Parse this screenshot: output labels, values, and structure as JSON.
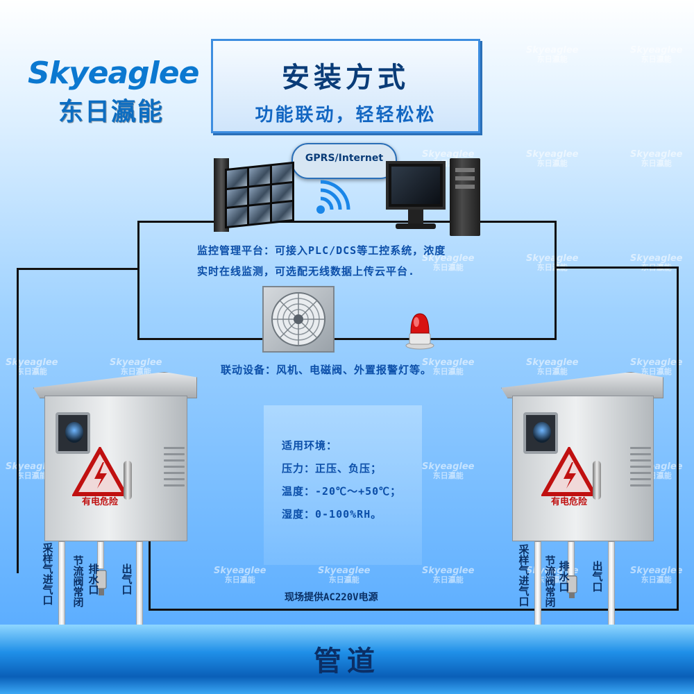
{
  "brand": {
    "name_en": "Skyeaglee",
    "name_cn": "东日瀛能"
  },
  "title": {
    "main": "安装方式",
    "sub": "功能联动，轻轻松松"
  },
  "cloud": {
    "label": "GPRS/Internet"
  },
  "platform": {
    "line1": "监控管理平台：可接入PLC/DCS等工控系统，浓度",
    "line2": "实时在线监测，可选配无线数据上传云平台."
  },
  "linkage": {
    "text": "联动设备：风机、电磁阀、外置报警灯等。"
  },
  "environment": {
    "heading": "适用环境：",
    "pressure": "压力：正压、负压；",
    "temperature": "温度：-20℃～+50℃；",
    "humidity": "湿度：0-100%RH。"
  },
  "cabinet": {
    "warning": "有电危险"
  },
  "ports": {
    "inlet": "采样气进气口",
    "throttle": "节流阀常闭",
    "drain": "排水口",
    "outlet": "出气口"
  },
  "power": {
    "text": "现场提供AC220V电源"
  },
  "pipeline": {
    "label": "管道"
  },
  "watermark": {
    "en": "Skyeaglee",
    "cn": "东日瀛能"
  },
  "colors": {
    "accent": "#0b78d0",
    "text_blue": "#0b4ea8",
    "warning_red": "#c01010"
  }
}
